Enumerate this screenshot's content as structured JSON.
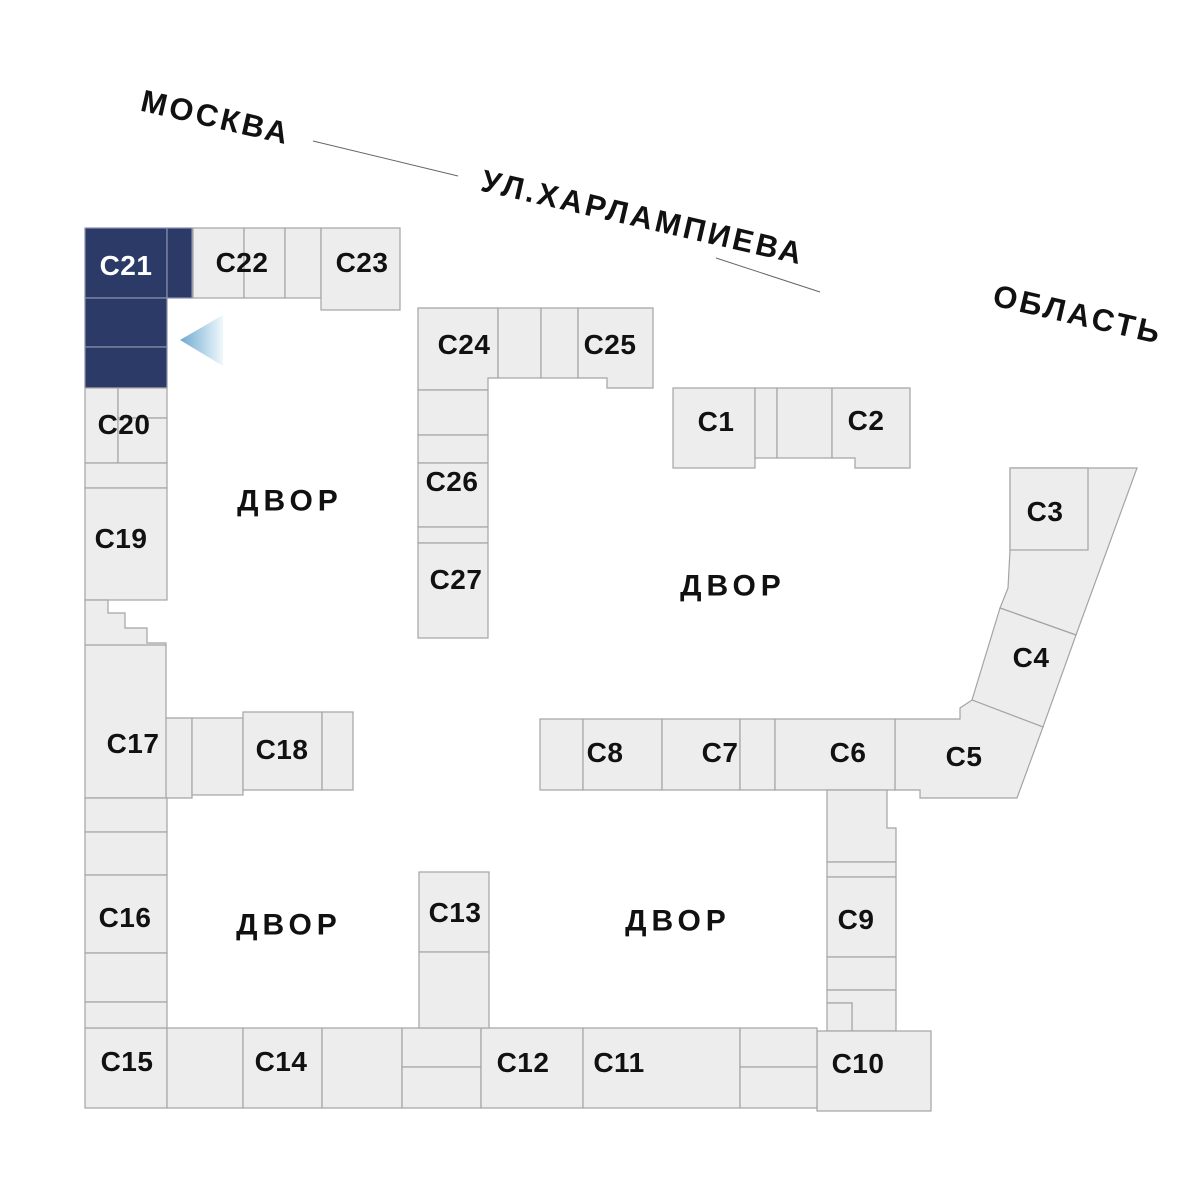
{
  "streets": {
    "left": "МОСКВА",
    "center": "УЛ.ХАРЛАМПИЕВА",
    "right": "ОБЛАСТЬ"
  },
  "courtyards": [
    {
      "label": "ДВОР"
    },
    {
      "label": "ДВОР"
    },
    {
      "label": "ДВОР"
    },
    {
      "label": "ДВОР"
    }
  ],
  "buildings": [
    {
      "id": "c1",
      "label": "С1",
      "highlighted": false
    },
    {
      "id": "c2",
      "label": "С2",
      "highlighted": false
    },
    {
      "id": "c3",
      "label": "С3",
      "highlighted": false
    },
    {
      "id": "c4",
      "label": "С4",
      "highlighted": false
    },
    {
      "id": "c5",
      "label": "С5",
      "highlighted": false
    },
    {
      "id": "c6",
      "label": "С6",
      "highlighted": false
    },
    {
      "id": "c7",
      "label": "С7",
      "highlighted": false
    },
    {
      "id": "c8",
      "label": "С8",
      "highlighted": false
    },
    {
      "id": "c9",
      "label": "С9",
      "highlighted": false
    },
    {
      "id": "c10",
      "label": "С10",
      "highlighted": false
    },
    {
      "id": "c11",
      "label": "С11",
      "highlighted": false
    },
    {
      "id": "c12",
      "label": "С12",
      "highlighted": false
    },
    {
      "id": "c13",
      "label": "С13",
      "highlighted": false
    },
    {
      "id": "c14",
      "label": "С14",
      "highlighted": false
    },
    {
      "id": "c15",
      "label": "С15",
      "highlighted": false
    },
    {
      "id": "c16",
      "label": "С16",
      "highlighted": false
    },
    {
      "id": "c17",
      "label": "С17",
      "highlighted": false
    },
    {
      "id": "c18",
      "label": "С18",
      "highlighted": false
    },
    {
      "id": "c19",
      "label": "С19",
      "highlighted": false
    },
    {
      "id": "c20",
      "label": "С20",
      "highlighted": false
    },
    {
      "id": "c21",
      "label": "С21",
      "highlighted": true
    },
    {
      "id": "c22",
      "label": "С22",
      "highlighted": false
    },
    {
      "id": "c23",
      "label": "С23",
      "highlighted": false
    },
    {
      "id": "c24",
      "label": "С24",
      "highlighted": false
    },
    {
      "id": "c25",
      "label": "С25",
      "highlighted": false
    },
    {
      "id": "c26",
      "label": "С26",
      "highlighted": false
    },
    {
      "id": "c27",
      "label": "С27",
      "highlighted": false
    }
  ],
  "selected_building": "С21",
  "icons": {
    "selected_arrow": "left-pointing-triangle"
  },
  "colors": {
    "highlight": "#2b3a66",
    "building_fill": "#ededed",
    "building_stroke": "#a4a4a4",
    "label_text": "#111111",
    "selected_label_text": "#ffffff",
    "street_line": "#666666",
    "arrow_gradient_start": "#6ea9d0",
    "arrow_gradient_end": "#f0f8fc",
    "background": "#ffffff"
  }
}
